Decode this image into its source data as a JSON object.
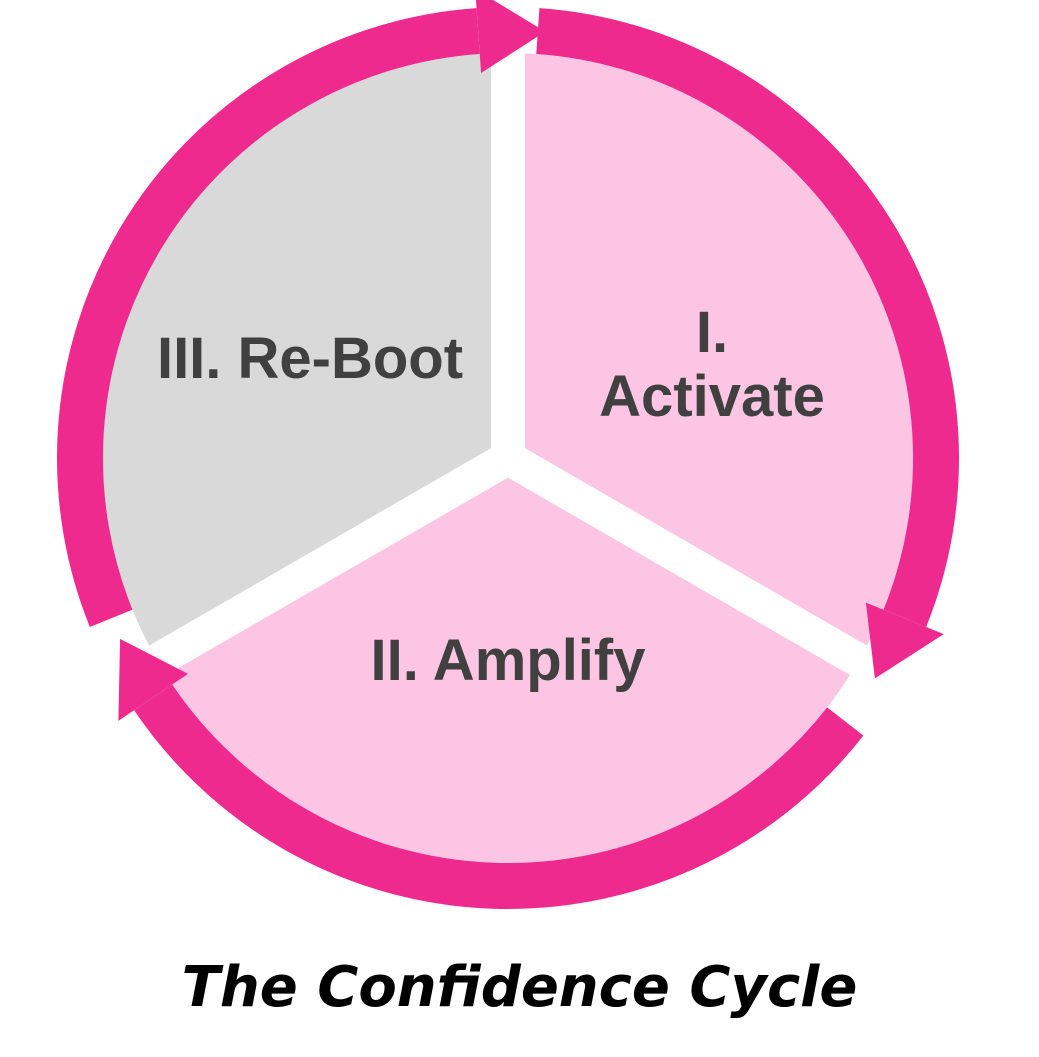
{
  "title": "The Confidence Cycle",
  "colors": {
    "ring": "#ee2a8f",
    "active_segment": "#fcc5e4",
    "inactive_segment": "#d9d9d9",
    "text": "#404040"
  },
  "segments": [
    {
      "number": "I.",
      "label": "Activate"
    },
    {
      "label": "II. Amplify"
    },
    {
      "label": "III. Re-Boot"
    }
  ]
}
